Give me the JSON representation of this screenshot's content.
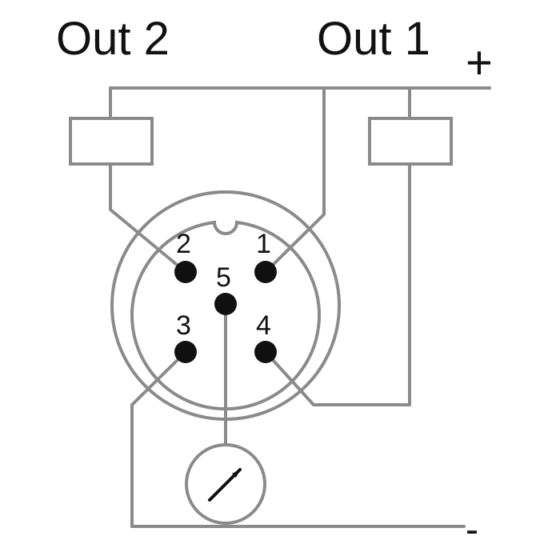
{
  "labels": {
    "out2": "Out 2",
    "out1": "Out 1",
    "plus": "+",
    "minus": "-"
  },
  "pins": {
    "p1": "1",
    "p2": "2",
    "p3": "3",
    "p4": "4",
    "p5": "5"
  },
  "colors": {
    "wire": "#8a8a8a",
    "pin": "#111111",
    "text": "#111111"
  }
}
